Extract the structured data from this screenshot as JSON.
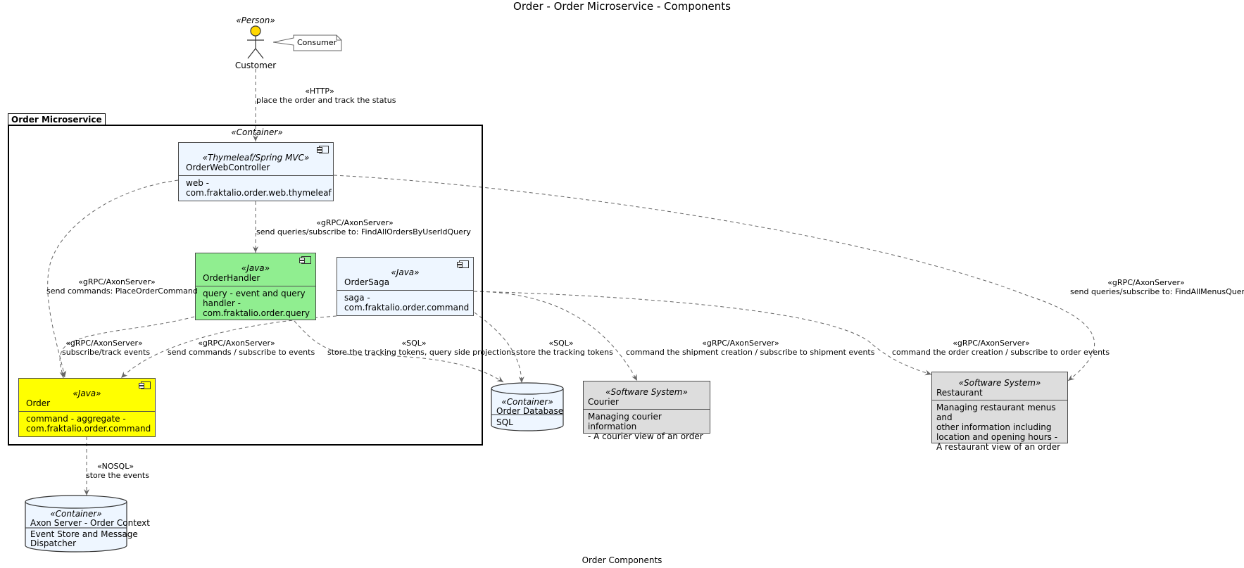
{
  "title": "Order - Order Microservice - Components",
  "caption": "Order Components",
  "colors": {
    "component_blue": "#eef6ff",
    "handler_green": "#90ee90",
    "order_yellow": "#ffff00",
    "software_system_gray": "#dddddd",
    "actor_head": "#ffd700",
    "arrow": "#666666"
  },
  "customer": {
    "stereotype": "«Person»",
    "name": "Customer",
    "note": "Consumer"
  },
  "package": {
    "name": "Order Microservice",
    "stereotype": "«Container»"
  },
  "web_controller": {
    "stereotype": "«Thymeleaf/Spring MVC»",
    "name": "OrderWebController",
    "desc": [
      "web -",
      "com.fraktalio.order.web.thymeleaf"
    ]
  },
  "order_handler": {
    "stereotype": "«Java»",
    "name": "OrderHandler",
    "desc": [
      "query - event and query",
      "handler -",
      "com.fraktalio.order.query"
    ]
  },
  "order_saga": {
    "stereotype": "«Java»",
    "name": "OrderSaga",
    "desc": [
      "saga -",
      "com.fraktalio.order.command"
    ]
  },
  "order": {
    "stereotype": "«Java»",
    "name": "Order",
    "desc": [
      "command - aggregate -",
      "com.fraktalio.order.command"
    ]
  },
  "order_db": {
    "stereotype": "«Container»",
    "name": "Order Database",
    "desc": "SQL"
  },
  "axon_db": {
    "stereotype": "«Container»",
    "name": "Axon Server - Order Context",
    "desc": [
      "Event Store and Message",
      "Dispatcher"
    ]
  },
  "courier": {
    "stereotype": "«Software System»",
    "name": "Courier",
    "desc": [
      "Managing courier information",
      "- A courier view of an order"
    ]
  },
  "restaurant": {
    "stereotype": "«Software System»",
    "name": "Restaurant",
    "desc": [
      "Managing restaurant menus and",
      "other information including",
      "location and opening hours -",
      "A restaurant view of an order"
    ]
  },
  "relations": {
    "http": [
      "«HTTP»",
      "place the order and track the status"
    ],
    "find_orders": [
      "«gRPC/AxonServer»",
      "send queries/subscribe to: FindAllOrdersByUserIdQuery"
    ],
    "place_order": [
      "«gRPC/AxonServer»",
      "send commands: PlaceOrderCommand"
    ],
    "find_menus": [
      "«gRPC/AxonServer»",
      "send queries/subscribe to: FindAllMenusQuery"
    ],
    "track_events": [
      "«gRPC/AxonServer»",
      "subscribe/track events"
    ],
    "saga_commands": [
      "«gRPC/AxonServer»",
      "send commands / subscribe to events"
    ],
    "sql_projections": [
      "«SQL»",
      "store the tracking tokens, query side projections"
    ],
    "sql_tokens": [
      "«SQL»",
      "store the tracking tokens"
    ],
    "shipment": [
      "«gRPC/AxonServer»",
      "command the shipment creation / subscribe to shipment events"
    ],
    "order_creation": [
      "«gRPC/AxonServer»",
      "command the order creation / subscribe to order events"
    ],
    "nosql": [
      "«NOSQL»",
      "store the events"
    ]
  }
}
